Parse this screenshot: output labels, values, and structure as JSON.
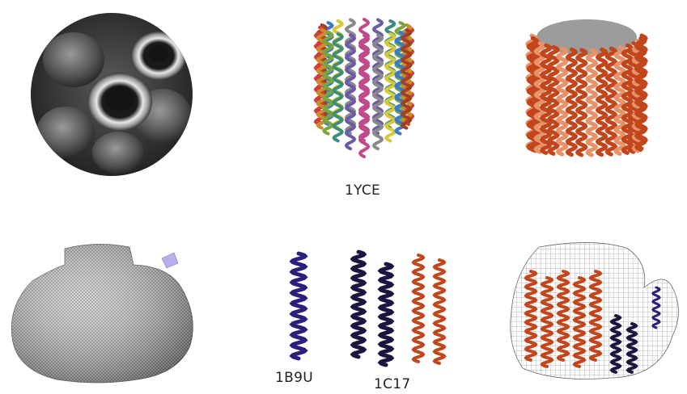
{
  "labels": {
    "top_center": "1YCE",
    "bottom_center_left": "1B9U",
    "bottom_center_right": "1C17"
  },
  "colors": {
    "afm_dark": "#2a2a2a",
    "afm_light": "#bdbdbd",
    "ring_orange": "#c2461c",
    "ring_orange_light": "#e8926a",
    "helix_navy": "#2a1f7a",
    "helix_dark": "#1a1640",
    "density_grey": "#9a9a9a",
    "density_purple": "#b8b0e8"
  },
  "rotor_helix_palette": [
    "#d63c3c",
    "#c9902a",
    "#7aa53a",
    "#3e8d7a",
    "#6a5aa8",
    "#c04a8a",
    "#8a8a8a",
    "#d8c93a",
    "#3a7acc",
    "#a04020"
  ]
}
